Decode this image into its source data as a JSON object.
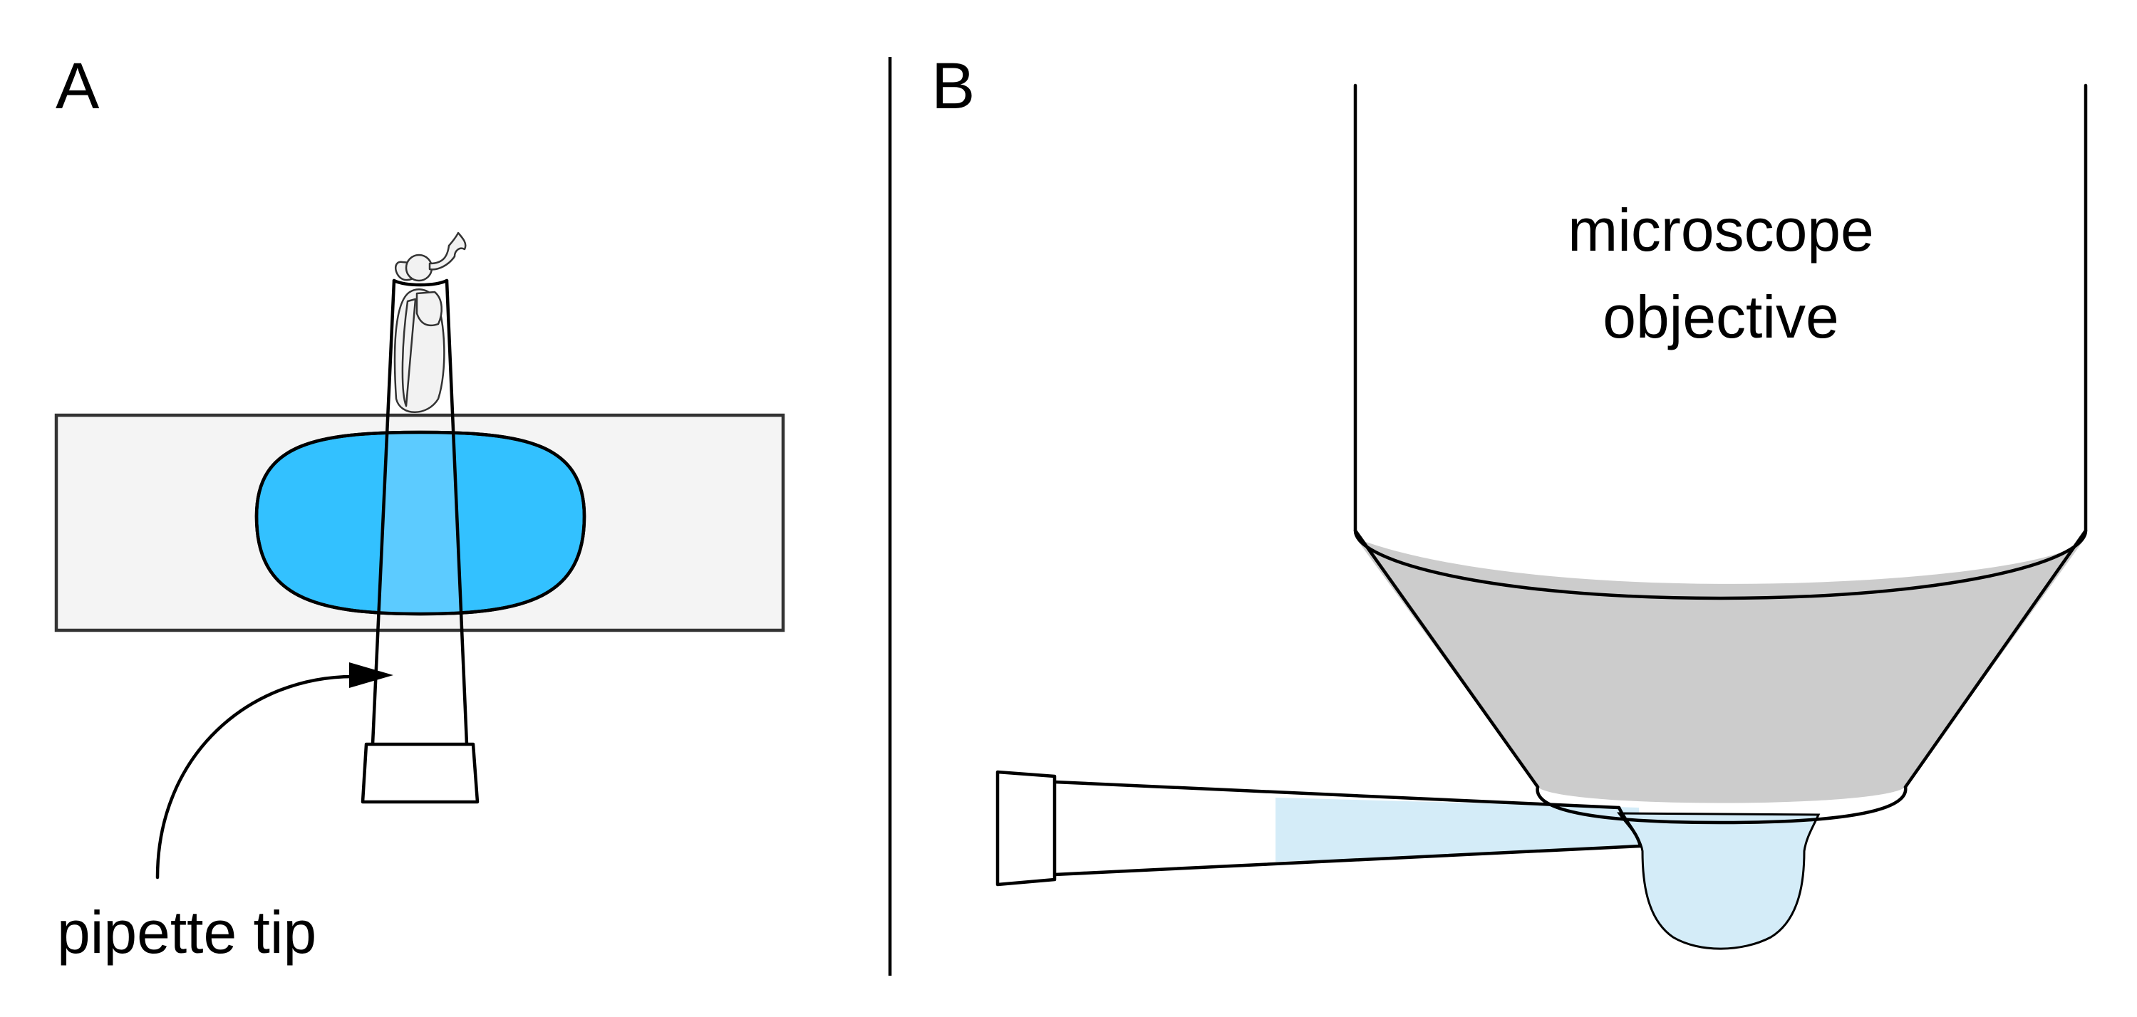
{
  "panels": [
    {
      "letter": "A",
      "annotations": {
        "pipette_label": "pipette tip"
      }
    },
    {
      "letter": "B",
      "annotations": {
        "objective_label_line1": "microscope",
        "objective_label_line2": "objective"
      }
    }
  ],
  "colors": {
    "slide_fill": "#f4f4f4",
    "drop_fill": "#33c1ff",
    "drop_overlap_fill": "#5ccbff",
    "objective_cone_fill": "#cccccc",
    "immersion_fluid_fill": "#d4ecf8",
    "line": "#000000",
    "fly_line": "#333333"
  },
  "icons": {
    "fly": "fly-icon",
    "arrow": "curved-arrow"
  }
}
